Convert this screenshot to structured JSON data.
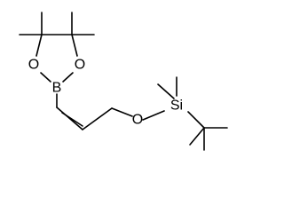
{
  "molecule": {
    "atoms": {
      "boron": "B",
      "ring_oxygen_left": "O",
      "ring_oxygen_right": "O",
      "ether_oxygen": "O",
      "silicon": "Si"
    }
  },
  "colors": {
    "bond": "#000000",
    "label": "#000000",
    "background": "#ffffff"
  }
}
